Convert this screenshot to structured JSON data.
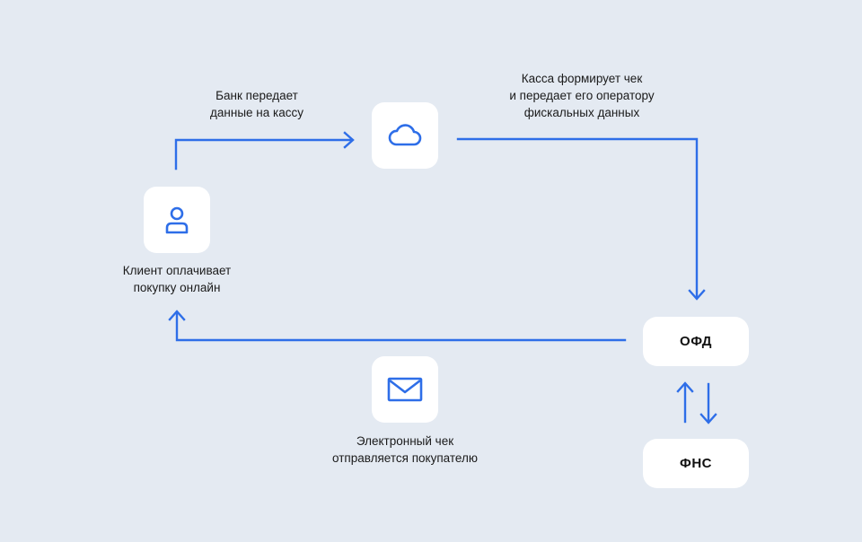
{
  "nodes": {
    "client": {
      "icon": "user-icon",
      "caption": [
        "Клиент оплачивает",
        "покупку онлайн"
      ]
    },
    "cashbox": {
      "icon": "cloud-icon"
    },
    "ofd": {
      "label": "ОФД"
    },
    "fns": {
      "label": "ФНС"
    },
    "email": {
      "icon": "envelope-icon",
      "caption": [
        "Электронный чек",
        "отправляется покупателю"
      ]
    }
  },
  "edges": {
    "bank_to_cashbox": {
      "caption": [
        "Банк передает",
        "данные на кассу"
      ]
    },
    "cashbox_to_ofd": {
      "caption": [
        "Касса формирует чек",
        "и передает его оператору",
        "фискальных данных"
      ]
    }
  },
  "colors": {
    "accent": "#2e6ee8",
    "background": "#e4eaf2",
    "tile": "#ffffff"
  }
}
